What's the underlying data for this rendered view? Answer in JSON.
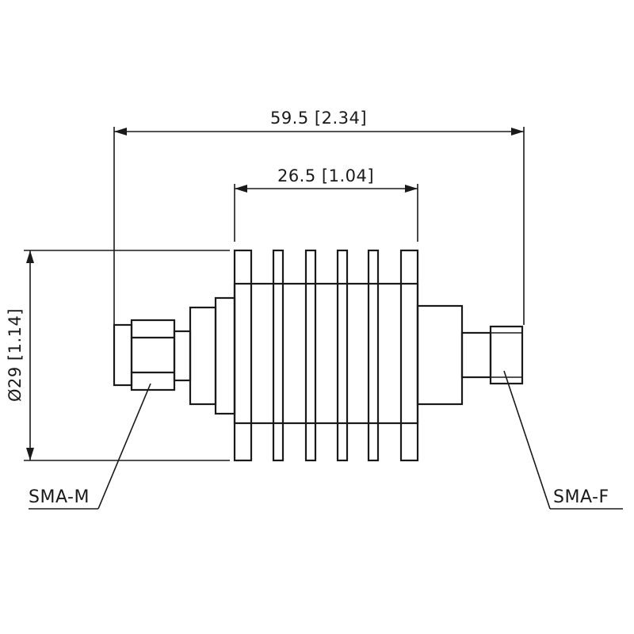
{
  "dimensions": {
    "overall_length": "59.5 [2.34]",
    "body_length": "26.5 [1.04]",
    "diameter": "Ø29 [1.14]"
  },
  "callouts": {
    "left_connector": "SMA-M",
    "right_connector": "SMA-F"
  }
}
